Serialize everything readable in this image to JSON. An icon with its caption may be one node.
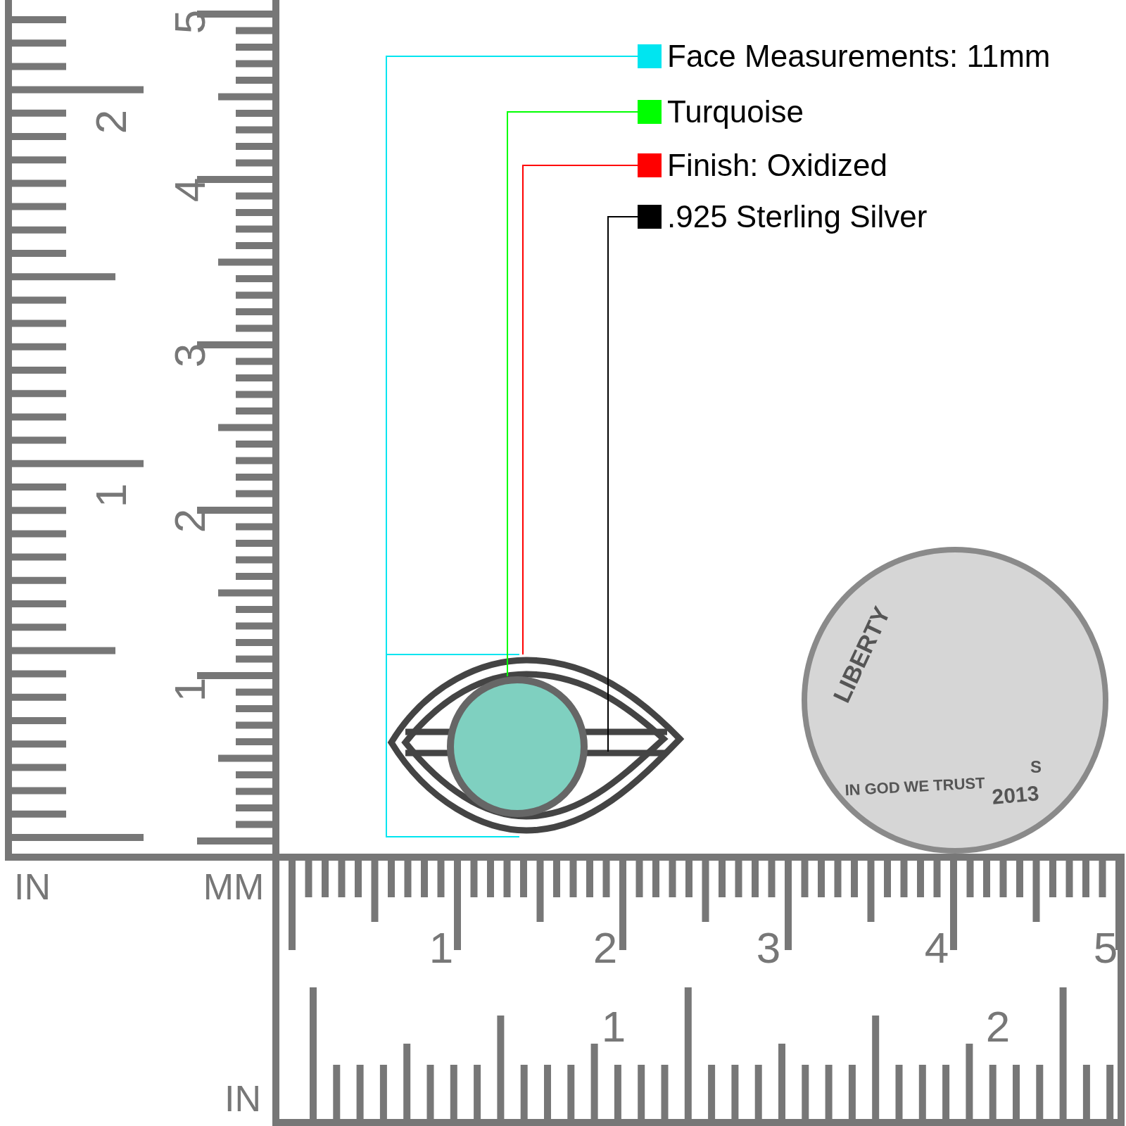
{
  "diagram": {
    "nodes": [
      {
        "text": [
          "Face Measurements: 11mm"
        ]
      },
      {
        "text": [
          "Turquoise"
        ]
      },
      {
        "text": [
          "Finish: Oxidized"
        ]
      },
      {
        "text": [
          ".925 Sterling Silver"
        ]
      },
      {
        "text": [],
        "shape": "picture"
      },
      {
        "text": [],
        "shape": "circle",
        "in": 4
      }
    ],
    "edges": [
      {
        "from": 0,
        "to": 4,
        "arrow": "none",
        "color": "#00e5f0"
      },
      {
        "from": 1,
        "to": 5,
        "arrow": "none",
        "color": "#00ff00"
      },
      {
        "from": 2,
        "to": 4,
        "arrow": "none",
        "color": "#ff0000"
      },
      {
        "from": 3,
        "to": 4,
        "arrow": "none",
        "color": "#000000"
      }
    ],
    "labels": [
      "5",
      "2",
      "4",
      "3",
      "1",
      "2",
      "1",
      "LIBERTY",
      "S",
      "IN GOD WE TRUST",
      "2013",
      "IN",
      "MM",
      "1",
      "2",
      "3",
      "4",
      "5",
      "1",
      "2",
      "IN"
    ]
  }
}
